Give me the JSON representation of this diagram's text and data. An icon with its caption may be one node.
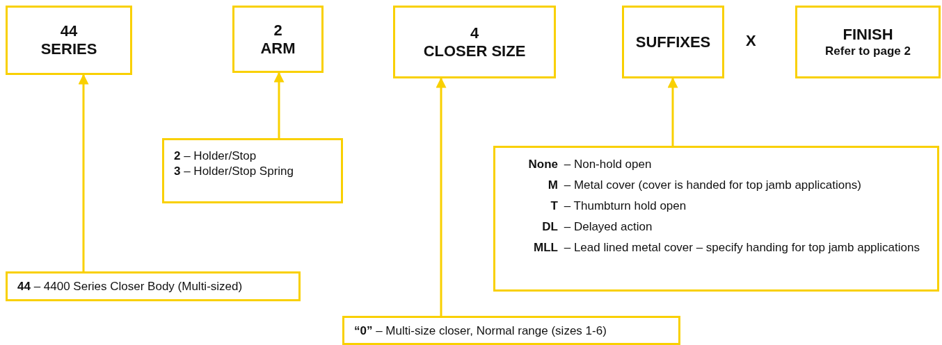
{
  "diagram": {
    "nodes": [
      {
        "text": [
          "44",
          "SERIES"
        ]
      },
      {
        "text": [
          "2",
          "ARM"
        ]
      },
      {
        "text": [
          "4",
          "CLOSER SIZE"
        ]
      },
      {
        "text": [
          "SUFFIXES"
        ]
      },
      {
        "text": [
          "FINISH",
          "Refer to page 2"
        ]
      },
      {
        "text": [
          "**2** – Holder/Stop",
          "**3** – Holder/Stop Spring"
        ]
      },
      {
        "text": [
          "**44** – 4400 Series Closer Body (Multi-sized)"
        ]
      },
      {
        "text": [
          "**“0”** –   Multi-size closer, Normal range (sizes 1-6)"
        ]
      },
      {
        "text": [
          "**None** – Non-hold open",
          "**M** – Metal cover (cover is handed for top jamb applications)",
          "**T** – Thumbturn hold open",
          "**DL** – Delayed action",
          "**MLL** – Lead lined metal cover – specify handing for top jamb applications"
        ]
      }
    ],
    "edges": [
      {
        "from": 6,
        "to": 0,
        "arrow": "to"
      },
      {
        "from": 5,
        "to": 1,
        "arrow": "to"
      },
      {
        "from": 7,
        "to": 2,
        "arrow": "to"
      },
      {
        "from": 8,
        "to": 3,
        "arrow": "to"
      }
    ],
    "labels": [
      "X"
    ]
  }
}
